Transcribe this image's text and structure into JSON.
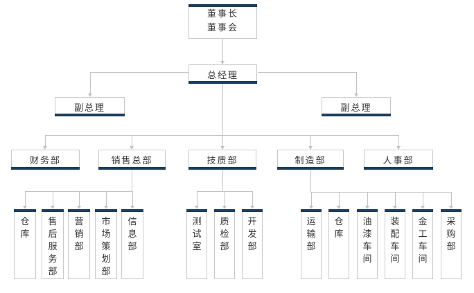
{
  "colors": {
    "bar_navy": "#1e3d5c",
    "box_border": "#c9c9c9",
    "connector_line": "#c3c3c3",
    "text": "#333333",
    "background": "#ffffff"
  },
  "org": {
    "chairman": {
      "line1": "董事长",
      "line2": "董事会"
    },
    "general_manager": "总经理",
    "vice_gm_left": "副总理",
    "vice_gm_right": "副总理",
    "departments": [
      "财务部",
      "销售总部",
      "技质部",
      "制造部",
      "人事部"
    ],
    "sales_children": [
      "仓库",
      "售后服务部",
      "营销部",
      "市场策划部",
      "信息部"
    ],
    "tech_children": [
      "测试室",
      "质检部",
      "开发部"
    ],
    "mfg_children": [
      "运输部",
      "仓库",
      "油漆车间",
      "装配车间",
      "金工车间",
      "采购部"
    ]
  }
}
